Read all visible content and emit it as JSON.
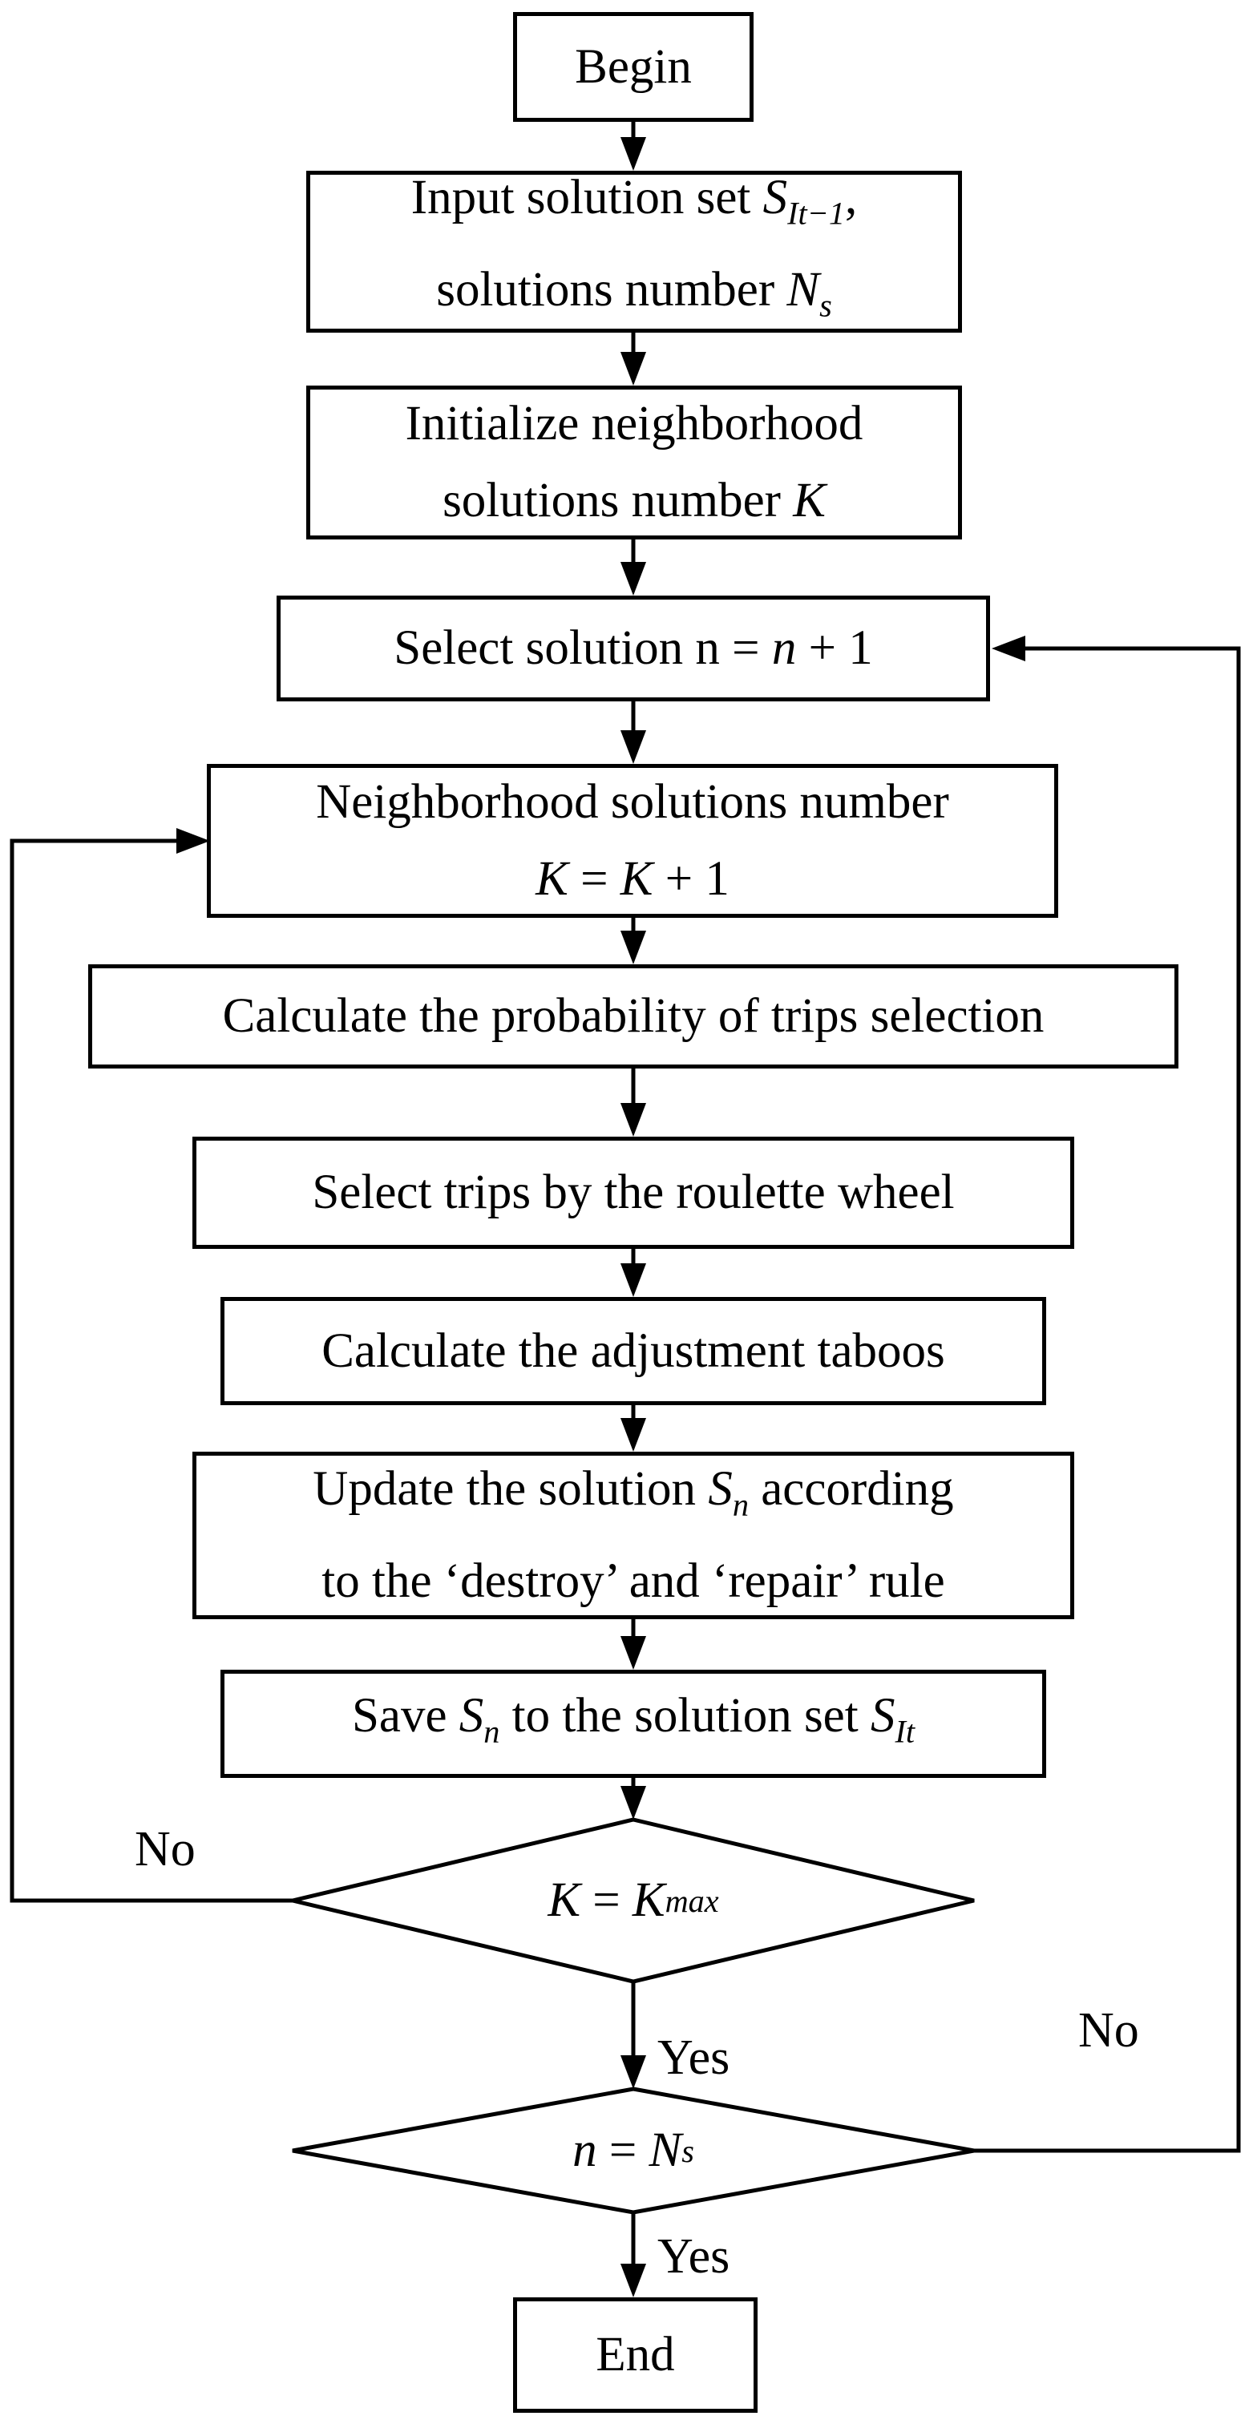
{
  "figure": {
    "type": "flowchart",
    "nodes": {
      "begin": {
        "label": "Begin"
      },
      "input": {
        "l1a": "Input solution set ",
        "l1b": "S",
        "l1c": "It−1",
        "l1d": ",",
        "l2a": "solutions number ",
        "l2b": "N",
        "l2c": "s"
      },
      "initialize": {
        "l1": "Initialize neighborhood",
        "l2a": "solutions number ",
        "l2b": "K"
      },
      "select_solution": {
        "a": "Select solution n = ",
        "b": "n",
        "c": " + 1"
      },
      "neighborhood": {
        "l1": "Neighborhood solutions number",
        "l2a": "K",
        "l2b": " = ",
        "l2c": "K",
        "l2d": " + 1"
      },
      "calc_probability": {
        "label": "Calculate the probability of trips selection"
      },
      "select_trips": {
        "label": "Select trips by the roulette wheel"
      },
      "calc_taboos": {
        "label": "Calculate the adjustment taboos"
      },
      "update_solution": {
        "l1a": "Update the solution ",
        "l1b": "S",
        "l1c": "n",
        "l1d": " according",
        "l2": "to the ‘destroy’ and ‘repair’ rule"
      },
      "save_solution": {
        "a": "Save ",
        "b": "S",
        "c": "n",
        "d": " to the solution set ",
        "e": "S",
        "f": "It"
      },
      "decision_k": {
        "a": "K",
        "b": " = ",
        "c": "K",
        "d": "max"
      },
      "decision_n": {
        "a": "n",
        "b": " = ",
        "c": "N",
        "d": "s"
      },
      "end": {
        "label": "End"
      }
    },
    "edge_labels": {
      "k_no": "No",
      "k_yes": "Yes",
      "n_no": "No",
      "n_yes": "Yes"
    },
    "colors": {
      "stroke": "#000000",
      "fill": "#ffffff",
      "text": "#000000"
    }
  }
}
